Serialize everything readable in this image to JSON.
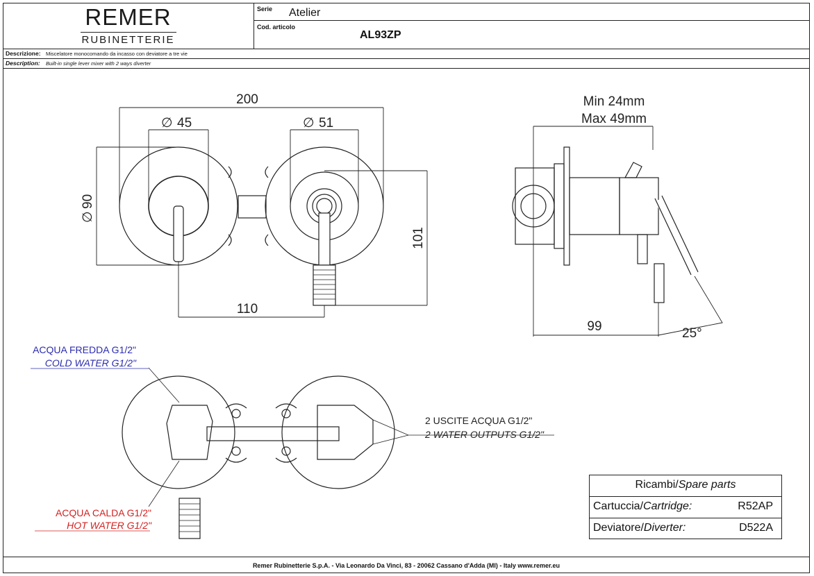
{
  "header": {
    "brand": "REMER",
    "brand_sub": "RUBINETTERIE",
    "serie_label": "Serie",
    "serie_value": "Atelier",
    "code_label": "Cod. articolo",
    "code_value": "AL93ZP"
  },
  "description": {
    "it_label": "Descrizione:",
    "it_text": "Miscelatore monocomando da incasso con deviatore a tre vie",
    "en_label": "Description:",
    "en_text": "Built-in single lever mixer with 2 ways diverter"
  },
  "dimensions": {
    "width_total": "200",
    "diameter_left": "45",
    "diameter_right": "51",
    "diameter_plate": "90",
    "height_right": "101",
    "span_lever": "110",
    "depth_min": "Min 24mm",
    "depth_max": "Max 49mm",
    "depth_side": "99",
    "angle": "25°"
  },
  "notes": {
    "cold_it": "ACQUA FREDDA G1/2\"",
    "cold_en": "COLD WATER G1/2\"",
    "hot_it": "ACQUA CALDA G1/2\"",
    "hot_en": "HOT WATER G1/2\"",
    "out_it": "2 USCITE ACQUA G1/2\"",
    "out_en": "2 WATER OUTPUTS G1/2\""
  },
  "spare_parts": {
    "title_it": "Ricambi/",
    "title_en": "Spare parts",
    "rows": [
      {
        "name_it": "Cartuccia/",
        "name_en": "Cartridge:",
        "code": "R52AP"
      },
      {
        "name_it": "Deviatore/",
        "name_en": "Diverter:",
        "code": "D522A"
      }
    ]
  },
  "footer": "Remer Rubinetterie S.p.A. - Via Leonardo Da Vinci, 83 - 20062 Cassano d'Adda (MI) - Italy www.remer.eu",
  "colors": {
    "cold": "#2b2bb0",
    "hot": "#d42020",
    "line": "#222222"
  }
}
